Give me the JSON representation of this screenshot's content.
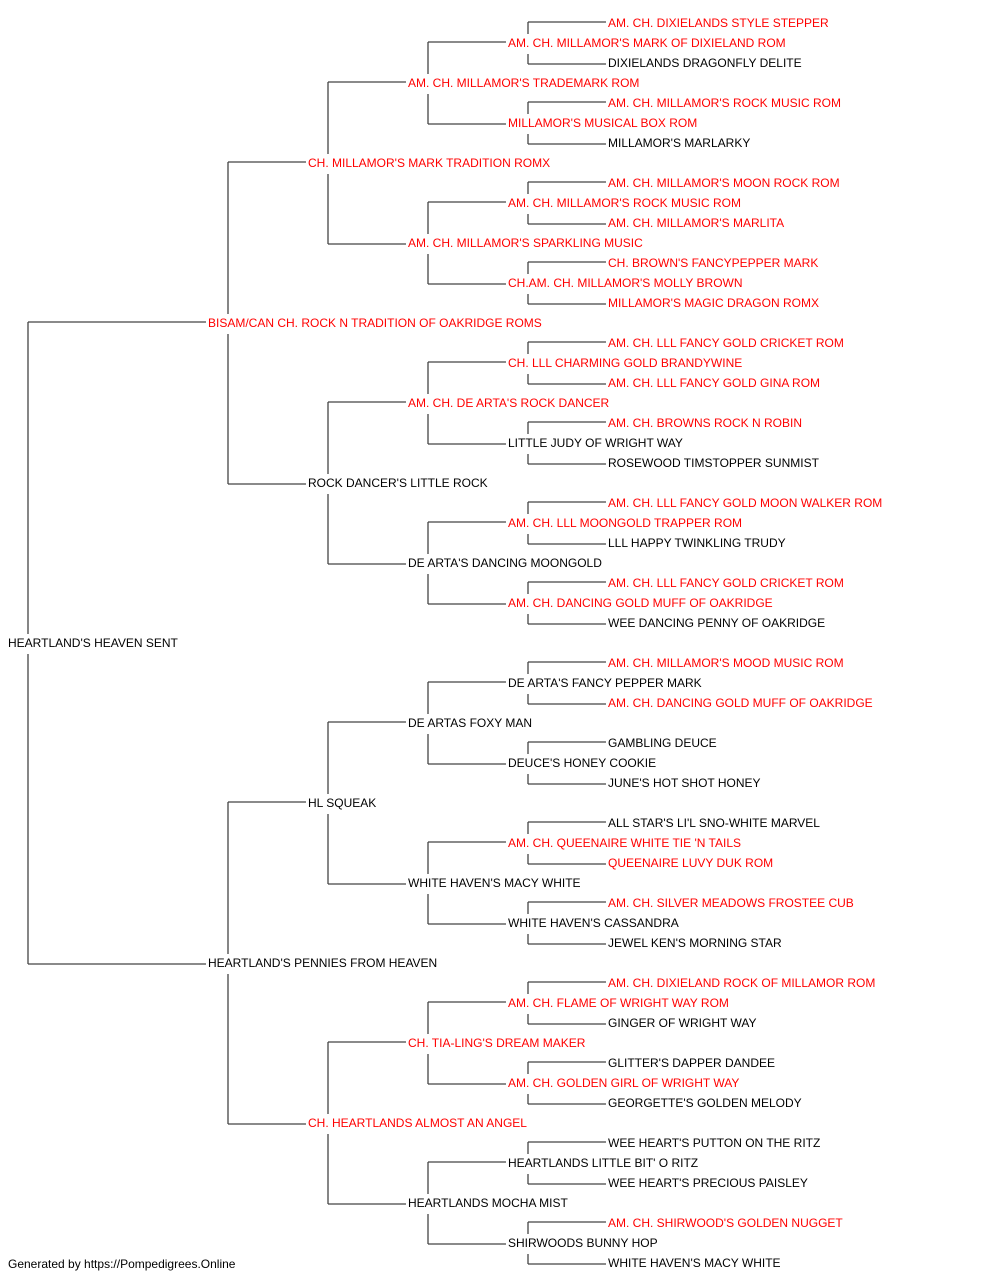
{
  "footer": "Generated by https://Pompedigrees.Online",
  "colors": {
    "champion": "#ff0000",
    "regular": "#000000",
    "line": "#444444"
  },
  "pedigree": {
    "name": "HEARTLAND'S HEAVEN SENT",
    "champion": false,
    "sire": {
      "name": "BISAM/CAN CH. ROCK N TRADITION OF OAKRIDGE ROMS",
      "champion": true,
      "sire": {
        "name": "CH. MILLAMOR'S MARK TRADITION ROMX",
        "champion": true,
        "sire": {
          "name": "AM. CH. MILLAMOR'S TRADEMARK ROM",
          "champion": true,
          "sire": {
            "name": "AM. CH. MILLAMOR'S MARK OF DIXIELAND ROM",
            "champion": true,
            "sire": {
              "name": "AM. CH. DIXIELANDS STYLE STEPPER",
              "champion": true
            },
            "dam": {
              "name": "DIXIELANDS DRAGONFLY DELITE",
              "champion": false
            }
          },
          "dam": {
            "name": "MILLAMOR'S MUSICAL BOX ROM",
            "champion": true,
            "sire": {
              "name": "AM. CH. MILLAMOR'S ROCK MUSIC ROM",
              "champion": true
            },
            "dam": {
              "name": "MILLAMOR'S MARLARKY",
              "champion": false
            }
          }
        },
        "dam": {
          "name": "AM. CH. MILLAMOR'S SPARKLING MUSIC",
          "champion": true,
          "sire": {
            "name": "AM. CH. MILLAMOR'S ROCK MUSIC ROM",
            "champion": true,
            "sire": {
              "name": "AM. CH. MILLAMOR'S MOON ROCK ROM",
              "champion": true
            },
            "dam": {
              "name": "AM. CH. MILLAMOR'S MARLITA",
              "champion": true
            }
          },
          "dam": {
            "name": "CH.AM. CH. MILLAMOR'S MOLLY BROWN",
            "champion": true,
            "sire": {
              "name": "CH. BROWN'S FANCYPEPPER MARK",
              "champion": true
            },
            "dam": {
              "name": "MILLAMOR'S MAGIC DRAGON ROMX",
              "champion": true
            }
          }
        }
      },
      "dam": {
        "name": "ROCK DANCER'S LITTLE ROCK",
        "champion": false,
        "sire": {
          "name": "AM. CH. DE ARTA'S ROCK DANCER",
          "champion": true,
          "sire": {
            "name": "CH. LLL CHARMING GOLD BRANDYWINE",
            "champion": true,
            "sire": {
              "name": "AM. CH. LLL FANCY GOLD CRICKET ROM",
              "champion": true
            },
            "dam": {
              "name": "AM. CH. LLL FANCY GOLD GINA ROM",
              "champion": true
            }
          },
          "dam": {
            "name": "LITTLE JUDY OF WRIGHT WAY",
            "champion": false,
            "sire": {
              "name": "AM. CH. BROWNS ROCK N ROBIN",
              "champion": true
            },
            "dam": {
              "name": "ROSEWOOD TIMSTOPPER SUNMIST",
              "champion": false
            }
          }
        },
        "dam": {
          "name": "DE ARTA'S DANCING MOONGOLD",
          "champion": false,
          "sire": {
            "name": "AM. CH. LLL MOONGOLD TRAPPER ROM",
            "champion": true,
            "sire": {
              "name": "AM. CH. LLL FANCY GOLD MOON WALKER ROM",
              "champion": true
            },
            "dam": {
              "name": "LLL HAPPY TWINKLING TRUDY",
              "champion": false
            }
          },
          "dam": {
            "name": "AM. CH. DANCING GOLD MUFF OF OAKRIDGE",
            "champion": true,
            "sire": {
              "name": "AM. CH. LLL FANCY GOLD CRICKET ROM",
              "champion": true
            },
            "dam": {
              "name": "WEE DANCING PENNY OF OAKRIDGE",
              "champion": false
            }
          }
        }
      }
    },
    "dam": {
      "name": "HEARTLAND'S PENNIES FROM HEAVEN",
      "champion": false,
      "sire": {
        "name": "HL SQUEAK",
        "champion": false,
        "sire": {
          "name": "DE ARTAS FOXY MAN",
          "champion": false,
          "sire": {
            "name": "DE ARTA'S FANCY PEPPER MARK",
            "champion": false,
            "sire": {
              "name": "AM. CH. MILLAMOR'S MOOD MUSIC ROM",
              "champion": true
            },
            "dam": {
              "name": "AM. CH. DANCING GOLD MUFF OF OAKRIDGE",
              "champion": true
            }
          },
          "dam": {
            "name": "DEUCE'S HONEY COOKIE",
            "champion": false,
            "sire": {
              "name": "GAMBLING DEUCE",
              "champion": false
            },
            "dam": {
              "name": "JUNE'S HOT SHOT HONEY",
              "champion": false
            }
          }
        },
        "dam": {
          "name": "WHITE HAVEN'S MACY WHITE",
          "champion": false,
          "sire": {
            "name": "AM. CH. QUEENAIRE WHITE TIE 'N TAILS",
            "champion": true,
            "sire": {
              "name": "ALL STAR'S LI'L SNO-WHITE MARVEL",
              "champion": false
            },
            "dam": {
              "name": "QUEENAIRE LUVY DUK ROM",
              "champion": true
            }
          },
          "dam": {
            "name": "WHITE HAVEN'S CASSANDRA",
            "champion": false,
            "sire": {
              "name": "AM. CH. SILVER MEADOWS FROSTEE CUB",
              "champion": true
            },
            "dam": {
              "name": "JEWEL KEN'S MORNING STAR",
              "champion": false
            }
          }
        }
      },
      "dam": {
        "name": "CH. HEARTLANDS ALMOST AN ANGEL",
        "champion": true,
        "sire": {
          "name": "CH. TIA-LING'S DREAM MAKER",
          "champion": true,
          "sire": {
            "name": "AM. CH. FLAME OF WRIGHT WAY ROM",
            "champion": true,
            "sire": {
              "name": "AM. CH. DIXIELAND ROCK OF MILLAMOR ROM",
              "champion": true
            },
            "dam": {
              "name": "GINGER OF WRIGHT WAY",
              "champion": false
            }
          },
          "dam": {
            "name": "AM. CH. GOLDEN GIRL OF WRIGHT WAY",
            "champion": true,
            "sire": {
              "name": "GLITTER'S DAPPER DANDEE",
              "champion": false
            },
            "dam": {
              "name": "GEORGETTE'S GOLDEN MELODY",
              "champion": false
            }
          }
        },
        "dam": {
          "name": "HEARTLANDS MOCHA MIST",
          "champion": false,
          "sire": {
            "name": "HEARTLANDS LITTLE BIT' O RITZ",
            "champion": false,
            "sire": {
              "name": "WEE HEART'S PUTTON ON THE RITZ",
              "champion": false
            },
            "dam": {
              "name": "WEE HEART'S PRECIOUS PAISLEY",
              "champion": false
            }
          },
          "dam": {
            "name": "SHIRWOODS BUNNY HOP",
            "champion": false,
            "sire": {
              "name": "AM. CH. SHIRWOOD'S GOLDEN NUGGET",
              "champion": true
            },
            "dam": {
              "name": "WHITE HAVEN'S MACY WHITE",
              "champion": false
            }
          }
        }
      }
    }
  }
}
